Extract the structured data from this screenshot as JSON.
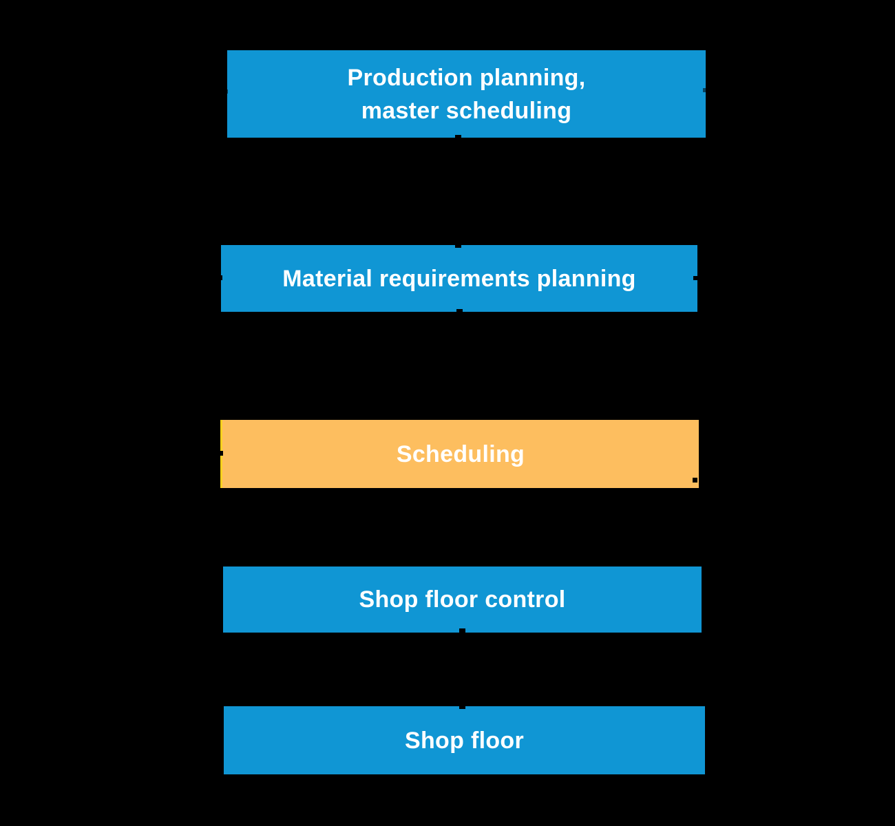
{
  "diagram": {
    "colors": {
      "background": "#000000",
      "box_blue": "#1096d4",
      "box_orange": "#fdbe5f",
      "box_orange_edge": "#ffd21e",
      "text": "#ffffff",
      "connector": "#000000"
    },
    "boxes": [
      {
        "id": "production-planning",
        "lines": [
          "Production planning,",
          "master scheduling"
        ]
      },
      {
        "id": "material-requirements-planning",
        "lines": [
          "Material requirements planning"
        ]
      },
      {
        "id": "scheduling",
        "lines": [
          "Scheduling"
        ]
      },
      {
        "id": "shop-floor-control",
        "lines": [
          "Shop floor control"
        ]
      },
      {
        "id": "shop-floor",
        "lines": [
          "Shop floor"
        ]
      }
    ]
  }
}
